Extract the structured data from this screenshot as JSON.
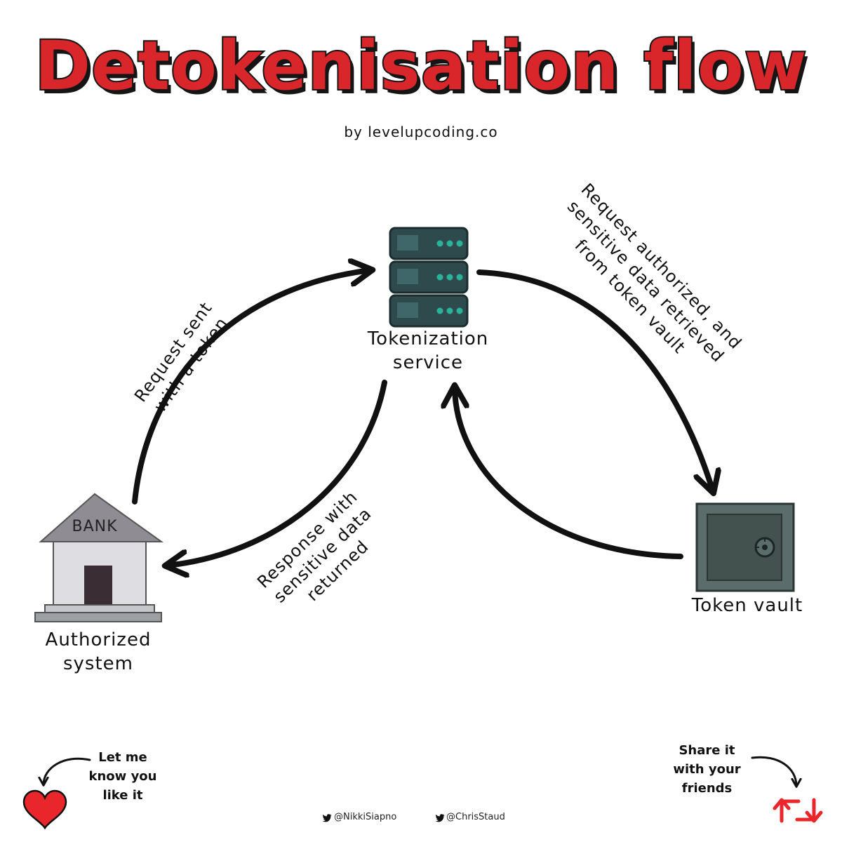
{
  "title": "Detokenisation flow",
  "subtitle": "by levelupcoding.co",
  "nodes": {
    "tokenization_service": [
      "Tokenization",
      "service"
    ],
    "authorized_system": [
      "Authorized",
      "system"
    ],
    "token_vault": "Token vault",
    "bank_sign": "BANK"
  },
  "edges": {
    "request": [
      "Request sent",
      "with a token"
    ],
    "authorized": [
      "Request authorized, and",
      "sensitive data retrieved",
      "from token vault"
    ],
    "response": [
      "Response with",
      "sensitive data",
      "returned"
    ]
  },
  "footer": {
    "like": [
      "Let me",
      "know you",
      "like it"
    ],
    "share": [
      "Share it",
      "with your",
      "friends"
    ],
    "handles": [
      "@NikkiSiapno",
      "@ChrisStaud"
    ]
  },
  "colors": {
    "title_red": "#d8262a",
    "server_teal": "#2e4a4c",
    "server_dots": "#29b39a",
    "vault_gray": "#5b6d6b",
    "heart": "#e8262b"
  },
  "icons": [
    "server-icon",
    "bank-icon",
    "safe-icon",
    "heart-icon",
    "retweet-icon",
    "twitter-icon"
  ]
}
